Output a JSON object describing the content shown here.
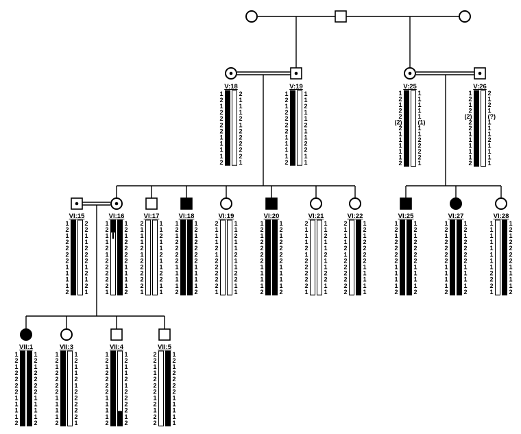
{
  "colors": {
    "line": "#000000",
    "affected": "#000000",
    "unaffected": "#ffffff",
    "haplotype_risk": "#000000",
    "haplotype_other": "#ffffff"
  },
  "generations": {
    "top": [
      {
        "id": "IV-a",
        "label": "",
        "sex": "female",
        "status": "unaffected"
      },
      {
        "id": "IV-b",
        "label": "",
        "sex": "male",
        "status": "unaffected"
      },
      {
        "id": "IV-c",
        "label": "",
        "sex": "female",
        "status": "unaffected"
      }
    ]
  },
  "individuals": [
    {
      "id": "V18",
      "label": "V:18",
      "sex": "female",
      "status": "carrier",
      "hap_left": {
        "alleles": [
          "1",
          "2",
          "1",
          "2",
          "2",
          "2",
          "2",
          "1",
          "1",
          "1",
          "1",
          "2"
        ],
        "segments": [
          [
            "risk",
            0,
            12
          ]
        ]
      },
      "hap_right": {
        "alleles": [
          "2",
          "1",
          "1",
          "1",
          "2",
          "1",
          "2",
          "2",
          "2",
          "2",
          "2",
          "1"
        ],
        "segments": [
          [
            "other",
            0,
            12
          ]
        ]
      }
    },
    {
      "id": "V19",
      "label": "V:19",
      "sex": "male",
      "status": "carrier",
      "hap_left": {
        "alleles": [
          "1",
          "2",
          "1",
          "2",
          "2",
          "2",
          "2",
          "1",
          "1",
          "1",
          "1",
          "2"
        ],
        "segments": [
          [
            "risk",
            0,
            12
          ]
        ]
      },
      "hap_right": {
        "alleles": [
          "1",
          "1",
          "2",
          "1",
          "1",
          "2",
          "1",
          "1",
          "2",
          "2",
          "1",
          "1"
        ],
        "segments": [
          [
            "other",
            0,
            12
          ]
        ]
      }
    },
    {
      "id": "V25",
      "label": "V:25",
      "sex": "female",
      "status": "carrier",
      "hap_left": {
        "alleles": [
          "1",
          "2",
          "1",
          "2",
          "2",
          "(2)",
          "2",
          "1",
          "1",
          "1",
          "1",
          "1",
          "2"
        ],
        "segments": [
          [
            "risk",
            0,
            13
          ]
        ]
      },
      "hap_right": {
        "alleles": [
          "1",
          "1",
          "1",
          "1",
          "1",
          "(1)",
          "1",
          "1",
          "2",
          "2",
          "2",
          "2",
          "1"
        ],
        "segments": [
          [
            "other",
            0,
            13
          ]
        ]
      }
    },
    {
      "id": "V26",
      "label": "V:26",
      "sex": "male",
      "status": "carrier",
      "hap_left": {
        "alleles": [
          "1",
          "2",
          "1",
          "2",
          "(2)",
          "2",
          "2",
          "1",
          "1",
          "1",
          "1",
          "1",
          "2"
        ],
        "segments": [
          [
            "risk",
            0,
            13
          ]
        ]
      },
      "hap_right": {
        "alleles": [
          "2",
          "1",
          "2",
          "1",
          "(?)",
          "1",
          "1",
          "1",
          "2",
          "1",
          "1",
          "1",
          "1"
        ],
        "segments": [
          [
            "other",
            0,
            13
          ]
        ]
      }
    },
    {
      "id": "VI15",
      "label": "VI:15",
      "sex": "male",
      "status": "carrier",
      "hap_left": {
        "alleles": [
          "1",
          "2",
          "1",
          "2",
          "2",
          "2",
          "2",
          "1",
          "1",
          "1",
          "1",
          "2"
        ],
        "segments": [
          [
            "risk",
            0,
            12
          ]
        ]
      },
      "hap_right": {
        "alleles": [
          "2",
          "2",
          "1",
          "1",
          "2",
          "2",
          "2",
          "1",
          "2",
          "1",
          "2",
          "1"
        ],
        "segments": [
          [
            "other",
            0,
            12
          ]
        ]
      }
    },
    {
      "id": "VI16",
      "label": "VI:16",
      "sex": "female",
      "status": "carrier",
      "hap_left": {
        "alleles": [
          "1",
          "2",
          "1",
          "1",
          "2",
          "1",
          "2",
          "2",
          "2",
          "2",
          "2",
          "1"
        ],
        "segments": [
          [
            "risk",
            0,
            2
          ],
          [
            "thin",
            2,
            3
          ],
          [
            "other",
            3,
            12
          ]
        ]
      },
      "hap_right": {
        "alleles": [
          "1",
          "2",
          "1",
          "2",
          "2",
          "2",
          "2",
          "1",
          "1",
          "1",
          "1",
          "2"
        ],
        "segments": [
          [
            "risk",
            0,
            12
          ]
        ]
      }
    },
    {
      "id": "VI17",
      "label": "VI:17",
      "sex": "male",
      "status": "unaffected",
      "hap_left": {
        "alleles": [
          "2",
          "1",
          "1",
          "1",
          "2",
          "1",
          "2",
          "2",
          "2",
          "2",
          "2",
          "1"
        ],
        "segments": [
          [
            "other",
            0,
            12
          ]
        ]
      },
      "hap_right": {
        "alleles": [
          "1",
          "1",
          "2",
          "1",
          "1",
          "2",
          "1",
          "1",
          "2",
          "2",
          "1",
          "1"
        ],
        "segments": [
          [
            "other",
            0,
            12
          ]
        ]
      }
    },
    {
      "id": "VI18",
      "label": "VI:18",
      "sex": "male",
      "status": "affected",
      "hap_left": {
        "alleles": [
          "1",
          "2",
          "1",
          "2",
          "2",
          "2",
          "2",
          "1",
          "1",
          "1",
          "1",
          "2"
        ],
        "segments": [
          [
            "risk",
            0,
            12
          ]
        ]
      },
      "hap_right": {
        "alleles": [
          "1",
          "2",
          "1",
          "2",
          "2",
          "2",
          "2",
          "1",
          "1",
          "1",
          "1",
          "2"
        ],
        "segments": [
          [
            "risk",
            0,
            12
          ]
        ]
      }
    },
    {
      "id": "VI19",
      "label": "VI:19",
      "sex": "female",
      "status": "unaffected",
      "hap_left": {
        "alleles": [
          "2",
          "1",
          "1",
          "1",
          "2",
          "1",
          "2",
          "2",
          "2",
          "2",
          "2",
          "1"
        ],
        "segments": [
          [
            "other",
            0,
            12
          ]
        ]
      },
      "hap_right": {
        "alleles": [
          "1",
          "1",
          "2",
          "1",
          "1",
          "2",
          "1",
          "1",
          "2",
          "2",
          "1",
          "1"
        ],
        "segments": [
          [
            "other",
            0,
            12
          ]
        ]
      }
    },
    {
      "id": "VI20",
      "label": "VI:20",
      "sex": "male",
      "status": "affected",
      "hap_left": {
        "alleles": [
          "1",
          "2",
          "1",
          "2",
          "2",
          "2",
          "2",
          "1",
          "1",
          "1",
          "1",
          "2"
        ],
        "segments": [
          [
            "risk",
            0,
            12
          ]
        ]
      },
      "hap_right": {
        "alleles": [
          "1",
          "2",
          "1",
          "2",
          "2",
          "2",
          "2",
          "1",
          "1",
          "1",
          "1",
          "2"
        ],
        "segments": [
          [
            "risk",
            0,
            12
          ]
        ]
      }
    },
    {
      "id": "VI21",
      "label": "VI:21",
      "sex": "female",
      "status": "unaffected",
      "hap_left": {
        "alleles": [
          "2",
          "1",
          "1",
          "1",
          "2",
          "1",
          "2",
          "2",
          "2",
          "2",
          "2",
          "1"
        ],
        "segments": [
          [
            "other",
            0,
            12
          ]
        ]
      },
      "hap_right": {
        "alleles": [
          "1",
          "1",
          "2",
          "1",
          "1",
          "2",
          "1",
          "1",
          "2",
          "2",
          "1",
          "1"
        ],
        "segments": [
          [
            "other",
            0,
            12
          ]
        ]
      }
    },
    {
      "id": "VI22",
      "label": "VI:22",
      "sex": "female",
      "status": "unaffected",
      "hap_left": {
        "alleles": [
          "2",
          "1",
          "1",
          "1",
          "2",
          "1",
          "2",
          "2",
          "2",
          "2",
          "2",
          "2"
        ],
        "segments": [
          [
            "other",
            0,
            12
          ]
        ]
      },
      "hap_right": {
        "alleles": [
          "1",
          "2",
          "1",
          "2",
          "2",
          "2",
          "2",
          "1",
          "1",
          "1",
          "1",
          "1"
        ],
        "segments": [
          [
            "risk",
            0,
            12
          ]
        ]
      }
    },
    {
      "id": "VI25",
      "label": "VI:25",
      "sex": "male",
      "status": "affected",
      "hap_left": {
        "alleles": [
          "1",
          "2",
          "1",
          "2",
          "2",
          "2",
          "2",
          "1",
          "1",
          "1",
          "1",
          "2"
        ],
        "segments": [
          [
            "risk",
            0,
            12
          ]
        ]
      },
      "hap_right": {
        "alleles": [
          "1",
          "2",
          "1",
          "2",
          "2",
          "2",
          "2",
          "1",
          "1",
          "1",
          "1",
          "2"
        ],
        "segments": [
          [
            "risk",
            0,
            12
          ]
        ]
      }
    },
    {
      "id": "VI27",
      "label": "VI:27",
      "sex": "female",
      "status": "affected",
      "hap_left": {
        "alleles": [
          "1",
          "2",
          "1",
          "2",
          "2",
          "2",
          "2",
          "1",
          "1",
          "1",
          "1",
          "2"
        ],
        "segments": [
          [
            "risk",
            0,
            12
          ]
        ]
      },
      "hap_right": {
        "alleles": [
          "1",
          "2",
          "1",
          "2",
          "2",
          "2",
          "2",
          "1",
          "1",
          "1",
          "1",
          "2"
        ],
        "segments": [
          [
            "risk",
            0,
            12
          ]
        ]
      }
    },
    {
      "id": "VI28",
      "label": "VI:28",
      "sex": "female",
      "status": "unaffected",
      "hap_left": {
        "alleles": [
          "1",
          "1",
          "1",
          "1",
          "1",
          "1",
          "1",
          "1",
          "2",
          "2",
          "2",
          "1"
        ],
        "segments": [
          [
            "other",
            0,
            12
          ]
        ]
      },
      "hap_right": {
        "alleles": [
          "1",
          "2",
          "1",
          "2",
          "2",
          "2",
          "2",
          "1",
          "1",
          "1",
          "1",
          "2"
        ],
        "segments": [
          [
            "risk",
            0,
            12
          ]
        ]
      }
    },
    {
      "id": "VII1",
      "label": "VII:1",
      "sex": "female",
      "status": "affected",
      "hap_left": {
        "alleles": [
          "1",
          "2",
          "1",
          "2",
          "2",
          "2",
          "2",
          "1",
          "1",
          "1",
          "1",
          "2"
        ],
        "segments": [
          [
            "risk",
            0,
            12
          ]
        ]
      },
      "hap_right": {
        "alleles": [
          "1",
          "2",
          "1",
          "2",
          "2",
          "2",
          "2",
          "1",
          "1",
          "1",
          "1",
          "2"
        ],
        "segments": [
          [
            "risk",
            0,
            12
          ]
        ]
      }
    },
    {
      "id": "VII3",
      "label": "VII:3",
      "sex": "female",
      "status": "unaffected",
      "hap_left": {
        "alleles": [
          "1",
          "2",
          "1",
          "2",
          "2",
          "2",
          "2",
          "1",
          "1",
          "1",
          "1",
          "2"
        ],
        "segments": [
          [
            "risk",
            0,
            12
          ]
        ]
      },
      "hap_right": {
        "alleles": [
          "1",
          "2",
          "1",
          "1",
          "2",
          "1",
          "2",
          "2",
          "2",
          "2",
          "2",
          "1"
        ],
        "segments": [
          [
            "other",
            0,
            12
          ]
        ]
      }
    },
    {
      "id": "VII4",
      "label": "VII:4",
      "sex": "male",
      "status": "unaffected",
      "hap_left": {
        "alleles": [
          "1",
          "2",
          "1",
          "2",
          "2",
          "2",
          "2",
          "1",
          "1",
          "1",
          "1",
          "2"
        ],
        "segments": [
          [
            "risk",
            0,
            12
          ]
        ]
      },
      "hap_right": {
        "alleles": [
          "1",
          "2",
          "1",
          "1",
          "2",
          "1",
          "2",
          "2",
          "2",
          "2",
          "1",
          "2"
        ],
        "segments": [
          [
            "other",
            0,
            9.6
          ],
          [
            "risk",
            9.6,
            12
          ]
        ]
      }
    },
    {
      "id": "VII5",
      "label": "VII:5",
      "sex": "male",
      "status": "unaffected",
      "hap_left": {
        "alleles": [
          "2",
          "2",
          "1",
          "1",
          "2",
          "2",
          "2",
          "1",
          "2",
          "1",
          "2",
          "2"
        ],
        "segments": [
          [
            "other",
            0,
            12
          ]
        ]
      },
      "hap_right": {
        "alleles": [
          "1",
          "2",
          "1",
          "2",
          "2",
          "2",
          "2",
          "1",
          "1",
          "1",
          "1",
          "1"
        ],
        "segments": [
          [
            "risk",
            0,
            12
          ]
        ]
      }
    }
  ]
}
